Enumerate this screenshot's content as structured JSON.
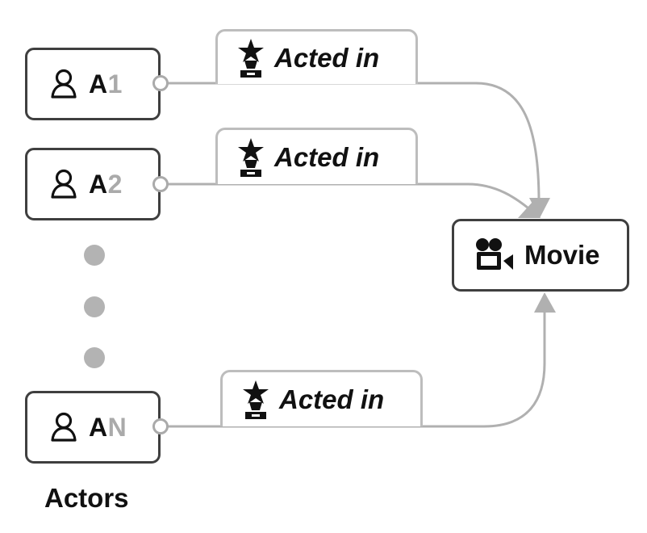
{
  "actors": [
    {
      "prefix": "A",
      "index": "1"
    },
    {
      "prefix": "A",
      "index": "2"
    },
    {
      "prefix": "A",
      "index": "N"
    }
  ],
  "edge_label": "Acted in",
  "target": {
    "label": "Movie"
  },
  "group_label": "Actors",
  "colors": {
    "node_border": "#3f3f3f",
    "edge": "#b0b0b0",
    "index_text": "#aaaaaa",
    "ellipsis_dots": "#b3b3b3"
  },
  "icons": {
    "actor": "person-icon",
    "edge": "award-trophy-icon",
    "target": "movie-camera-icon"
  }
}
